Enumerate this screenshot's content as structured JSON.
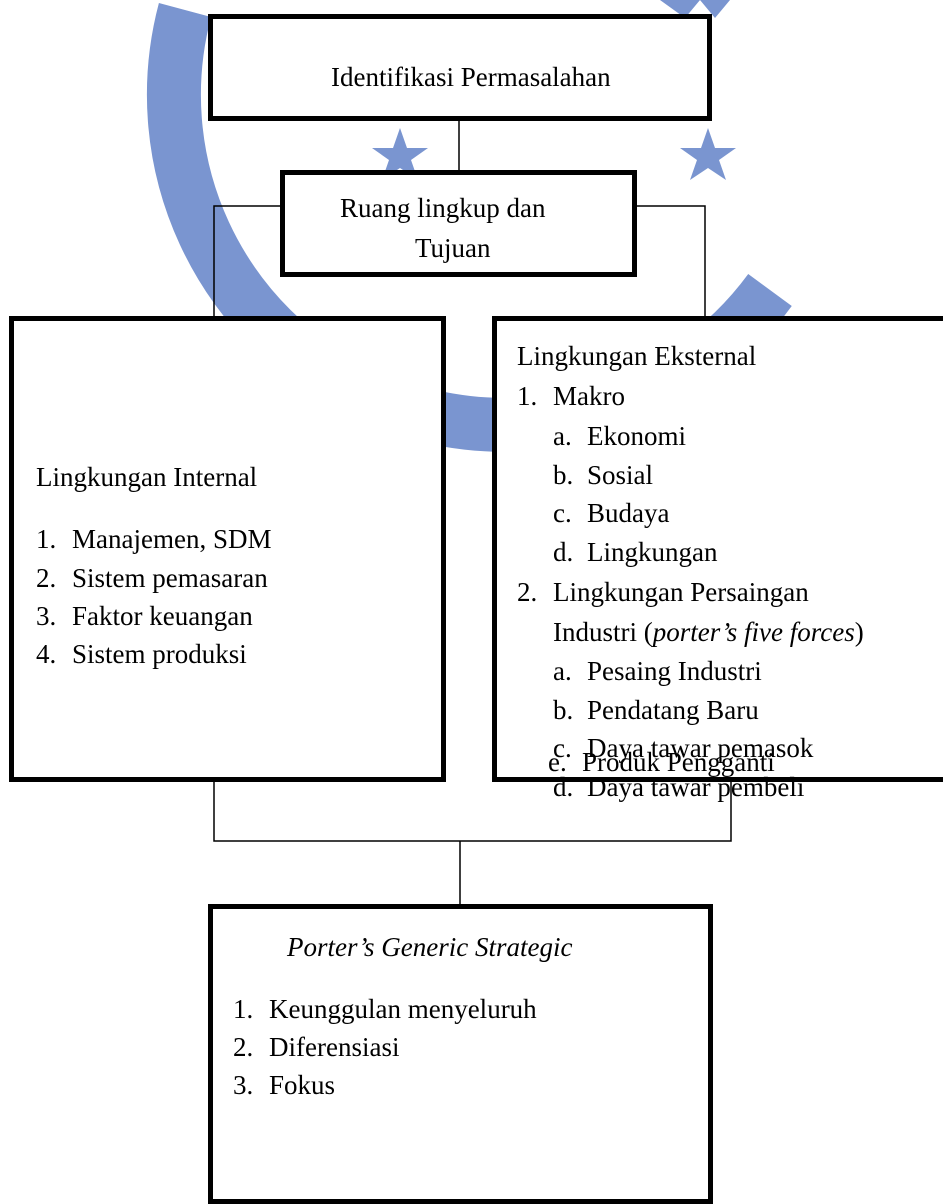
{
  "colors": {
    "watermark": "#7a95d0",
    "line": "#000000"
  },
  "boxes": {
    "identifikasi": {
      "title": "Identifikasi Permasalahan"
    },
    "ruang": {
      "line1": "Ruang lingkup dan",
      "line2": "Tujuan"
    },
    "internal": {
      "title": "Lingkungan Internal",
      "items": [
        {
          "num": "1.",
          "label": "Manajemen, SDM"
        },
        {
          "num": "2.",
          "label": "Sistem pemasaran"
        },
        {
          "num": "3.",
          "label": "Faktor keuangan"
        },
        {
          "num": "4.",
          "label": "Sistem produksi"
        }
      ]
    },
    "eksternal": {
      "title": "Lingkungan  Eksternal",
      "makro": {
        "num": "1.",
        "label": "Makro",
        "items": [
          {
            "num": "a.",
            "label": "Ekonomi"
          },
          {
            "num": "b.",
            "label": "Sosial"
          },
          {
            "num": "c.",
            "label": "Budaya"
          },
          {
            "num": "d.",
            "label": "Lingkungan"
          }
        ]
      },
      "persaingan": {
        "num": "2.",
        "label": "Lingkungan Persaingan",
        "line2_prefix": "Industri (",
        "line2_italic": "porter’s five forces",
        "line2_suffix": ")",
        "items": [
          {
            "num": "a.",
            "label": "Pesaing Industri"
          },
          {
            "num": "b.",
            "label": "Pendatang Baru"
          },
          {
            "num": "c.",
            "label": "Daya tawar pemasok"
          },
          {
            "num": "d.",
            "label": "Daya tawar pembeli"
          },
          {
            "num": "e.",
            "label": "Produk Pengganti"
          }
        ]
      }
    },
    "porter": {
      "title": "Porter’s Generic Strategic",
      "items": [
        {
          "num": "1.",
          "label": "Keunggulan menyeluruh"
        },
        {
          "num": "2.",
          "label": "Diferensiasi"
        },
        {
          "num": "3.",
          "label": "Fokus"
        }
      ]
    }
  }
}
